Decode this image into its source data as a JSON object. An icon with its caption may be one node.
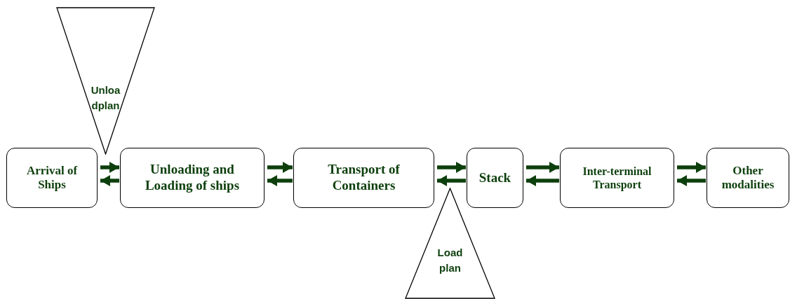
{
  "diagram": {
    "nodes": [
      {
        "text": [
          "Unloa dplan"
        ]
      },
      {
        "text": [
          "Arrival of Ships"
        ]
      },
      {
        "text": [
          "Unloading and Loading of ships"
        ]
      },
      {
        "text": [
          "Transport of Containers"
        ]
      },
      {
        "text": [
          "Stack"
        ]
      },
      {
        "text": [
          "Inter-terminal Transport"
        ]
      },
      {
        "text": [
          "Other modalities"
        ]
      },
      {
        "text": [
          "Load plan"
        ]
      }
    ],
    "edges": [
      {
        "from": 1,
        "to": 2,
        "arrow": "to"
      },
      {
        "from": 2,
        "to": 1,
        "arrow": "to"
      },
      {
        "from": 2,
        "to": 3,
        "arrow": "to"
      },
      {
        "from": 3,
        "to": 2,
        "arrow": "to"
      },
      {
        "from": 3,
        "to": 4,
        "arrow": "to"
      },
      {
        "from": 4,
        "to": 3,
        "arrow": "to"
      },
      {
        "from": 4,
        "to": 5,
        "arrow": "to"
      },
      {
        "from": 5,
        "to": 4,
        "arrow": "to"
      },
      {
        "from": 5,
        "to": 6,
        "arrow": "to"
      },
      {
        "from": 6,
        "to": 5,
        "arrow": "to"
      }
    ]
  }
}
